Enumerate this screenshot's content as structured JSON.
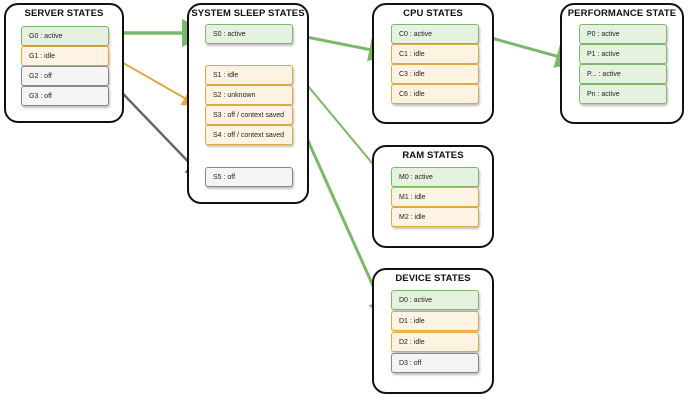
{
  "groups": {
    "server": {
      "title": "SERVER STATES",
      "states": [
        {
          "label": "G0 : active",
          "status": "active"
        },
        {
          "label": "G1 : idle",
          "status": "idle"
        },
        {
          "label": "G2 : off",
          "status": "off"
        },
        {
          "label": "G3 : off",
          "status": "off"
        }
      ]
    },
    "sleep": {
      "title": "SYSTEM SLEEP STATES",
      "states": [
        {
          "label": "S0 : active",
          "status": "active"
        },
        {
          "label": "S1 : idle",
          "status": "idle"
        },
        {
          "label": "S2 : unknown",
          "status": "idle"
        },
        {
          "label": "S3 : off / context saved",
          "status": "idle"
        },
        {
          "label": "S4 : off / context saved",
          "status": "idle"
        },
        {
          "label": "S5 : off",
          "status": "off"
        }
      ]
    },
    "cpu": {
      "title": "CPU STATES",
      "states": [
        {
          "label": "C0 : active",
          "status": "active"
        },
        {
          "label": "C1 : idle",
          "status": "idle"
        },
        {
          "label": "C3 : idle",
          "status": "idle"
        },
        {
          "label": "C6 : idle",
          "status": "idle"
        }
      ]
    },
    "performance": {
      "title": "PERFORMANCE STATE",
      "states": [
        {
          "label": "P0 : active",
          "status": "active"
        },
        {
          "label": "P1 : active",
          "status": "active"
        },
        {
          "label": "P... : active",
          "status": "active"
        },
        {
          "label": "Pn : active",
          "status": "active"
        }
      ]
    },
    "ram": {
      "title": "RAM STATES",
      "states": [
        {
          "label": "M0 : active",
          "status": "active"
        },
        {
          "label": "M1 : idle",
          "status": "idle"
        },
        {
          "label": "M2 : idle",
          "status": "idle"
        }
      ]
    },
    "device": {
      "title": "DEVICE STATES",
      "states": [
        {
          "label": "D0 : active",
          "status": "active"
        },
        {
          "label": "D1 : idle",
          "status": "idle"
        },
        {
          "label": "D2 : idle",
          "status": "idle"
        },
        {
          "label": "D3 : off",
          "status": "off"
        }
      ]
    }
  },
  "colors": {
    "active": "#7cb86a",
    "idle": "#e0a940",
    "off": "#666666"
  }
}
